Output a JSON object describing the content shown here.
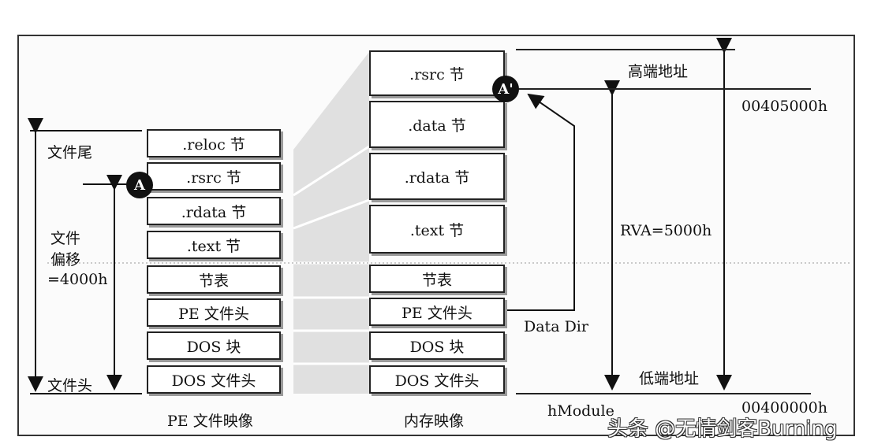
{
  "pe_image": {
    "sections": [
      ".reloc 节",
      ".rsrc 节",
      ".rdata 节",
      ".text 节",
      "节表",
      "PE 文件头",
      "DOS 块",
      "DOS 文件头"
    ],
    "caption": "PE 文件映像"
  },
  "memory_image": {
    "sections": [
      ".rsrc 节",
      ".data 节",
      ".rdata 节",
      ".text 节",
      "节表",
      "PE 文件头",
      "DOS 块",
      "DOS 文件头"
    ],
    "caption": "内存映像"
  },
  "left_labels": {
    "file_tail": "文件尾",
    "offset_line1": "文件",
    "offset_line2": "偏移",
    "offset_line3": "=4000h",
    "file_head": "文件头"
  },
  "right_labels": {
    "high_addr": "高端地址",
    "addr_high": "00405000h",
    "rva": "RVA=5000h",
    "low_addr": "低端地址",
    "hmodule": "hModule",
    "addr_low": "00400000h",
    "data_dir": "Data Dir"
  },
  "badges": {
    "a": "A",
    "a_prime": "A'"
  },
  "watermark": "头条 @无情剑客Burning"
}
